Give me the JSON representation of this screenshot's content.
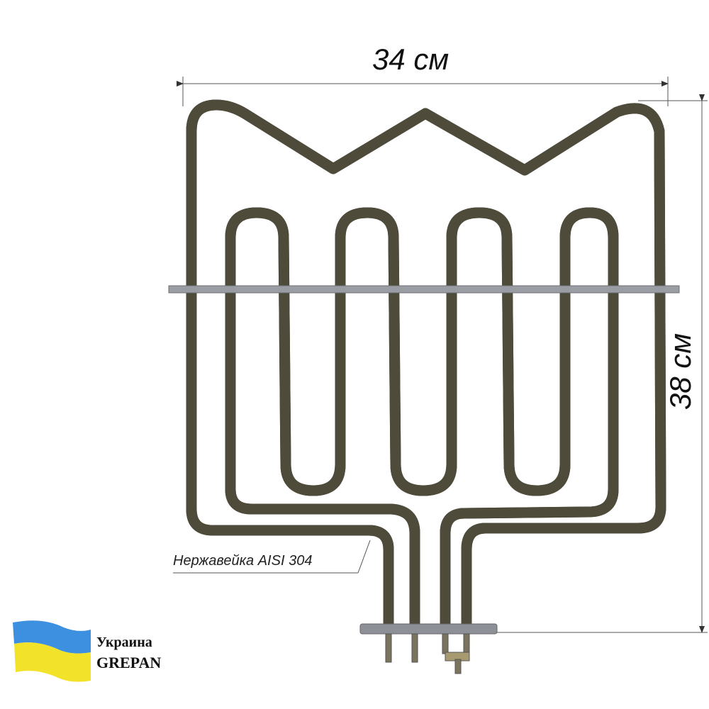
{
  "dimensions": {
    "width_label": "34 см",
    "height_label": "38 см"
  },
  "material_label": "Нержавейка AISI 304",
  "brand": {
    "country": "Украина",
    "name": "GREPAN",
    "flag_colors": [
      "#3d8fe0",
      "#f3e22a"
    ]
  },
  "colors": {
    "tube": "#5e5946",
    "tube_highlight": "#9a927a",
    "bar": "#9a9da3"
  }
}
